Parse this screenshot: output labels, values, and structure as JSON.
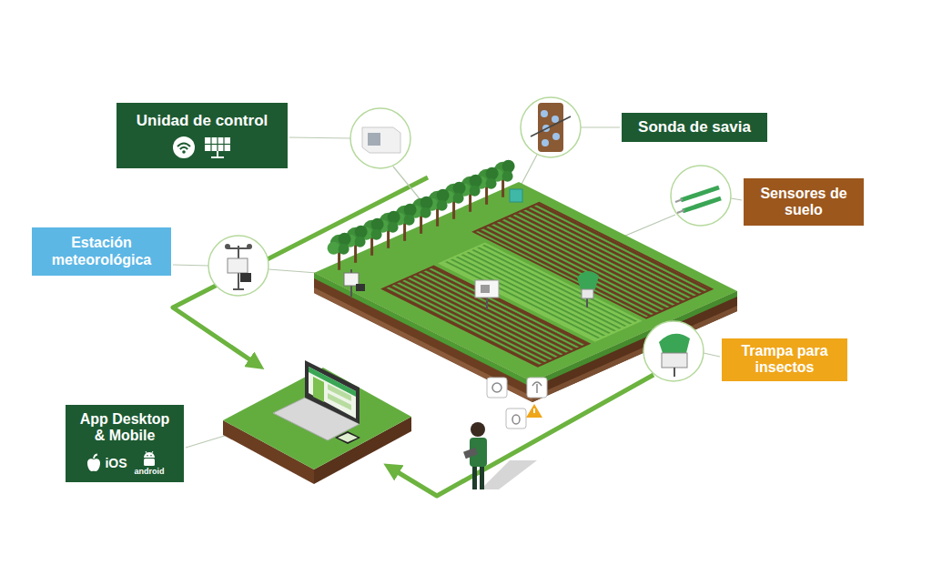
{
  "diagram": {
    "nodes": [
      {
        "text": [
          "Unidad de control"
        ]
      },
      {
        "text": [
          "Sonda de savia"
        ]
      },
      {
        "text": [
          "Estación meteorológica"
        ]
      },
      {
        "text": [
          "Sensores de suelo"
        ]
      },
      {
        "text": [
          "Trampa para insectos"
        ]
      },
      {
        "text": [
          "App Desktop & Mobile",
          "iOS",
          "android"
        ]
      }
    ]
  }
}
